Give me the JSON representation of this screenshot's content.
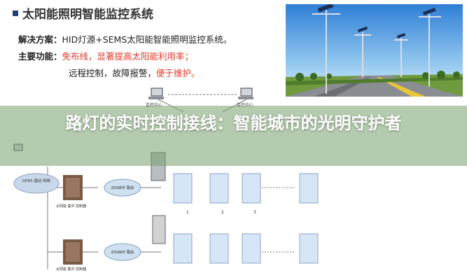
{
  "slide": {
    "title": "太阳能照明智能监控系统",
    "solution_label": "解决方案：",
    "solution_text": "HID灯源+SEMS太阳能智能照明监控系统。",
    "features_label": "主要功能：",
    "features_red": "免布线，显著提高太阳能利用率；",
    "features_line2_dark": "远程控制，故障报警，",
    "features_line2_red": "便于维护。"
  },
  "diagram": {
    "base_station_label": "GPRS 基站 网络",
    "gateway_label_1": "ZIGBEE 路由",
    "gateway_label_2": "ZIGBEE 路由",
    "ctrl_label_1": "太阳能 集中 控制器",
    "ctrl_label_2": "太阳能 集中 控制器",
    "lamp_numbers": [
      "1",
      "2",
      "3"
    ],
    "monitor_label": "监控中心"
  },
  "banner": {
    "text": "路灯的实时控制接线：智能城市的光明守护者"
  },
  "colors": {
    "title_bullet": "#1f3d7a",
    "feature_red": "#e23a2b",
    "banner_overlay": "#78a06e"
  }
}
